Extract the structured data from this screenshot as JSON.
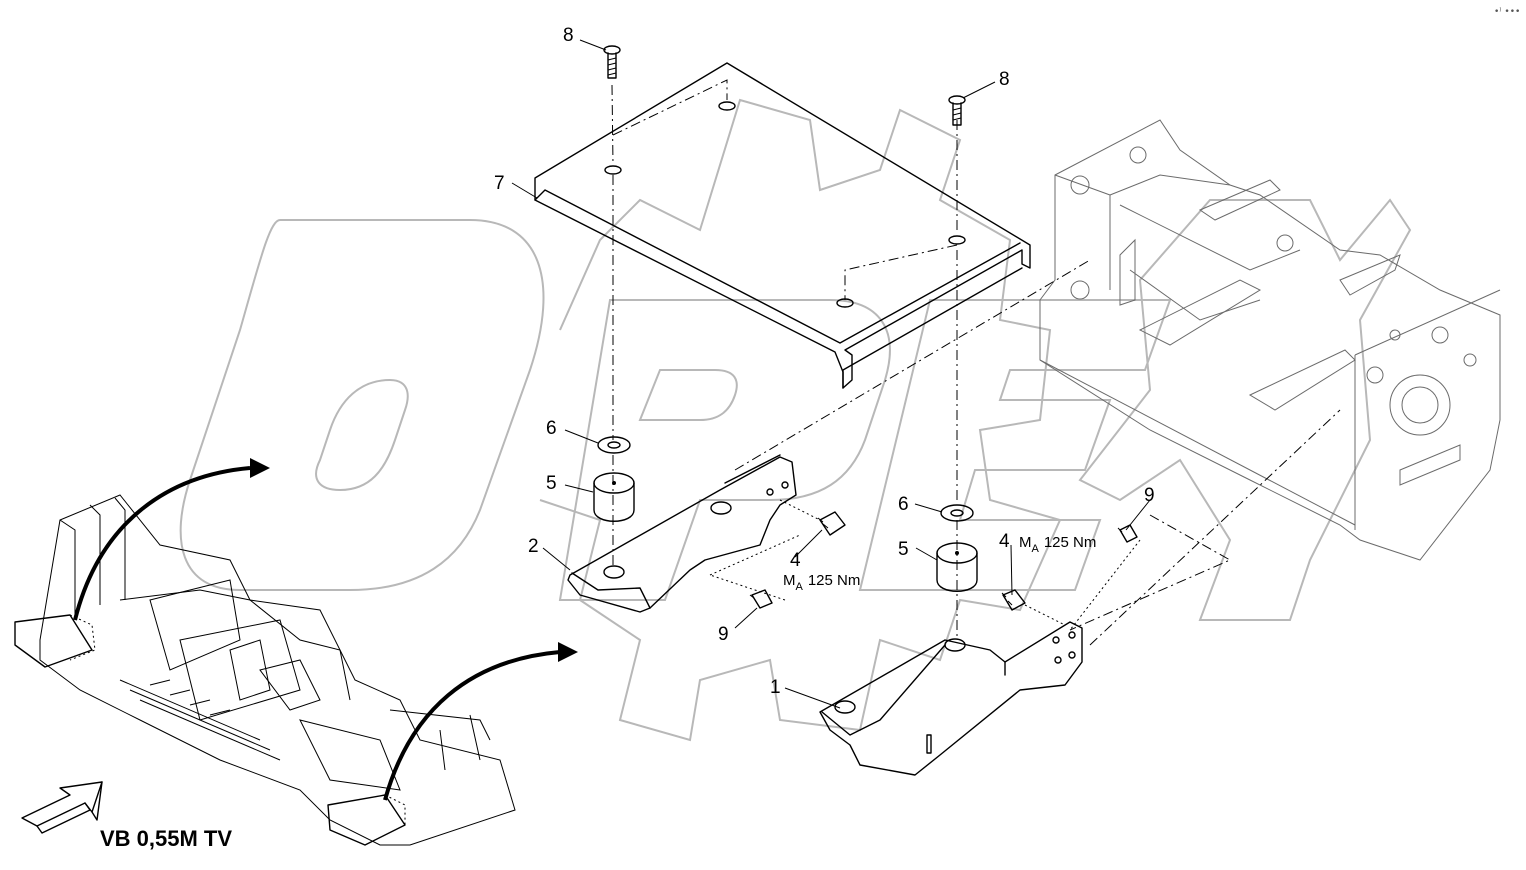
{
  "watermark": "OPEX",
  "caption": "VB 0,55M TV",
  "corner_marks": "•⁾ •••",
  "callouts": {
    "c1": "1",
    "c2": "2",
    "c4a": "4",
    "c4b": "4",
    "c5a": "5",
    "c5b": "5",
    "c6a": "6",
    "c6b": "6",
    "c7": "7",
    "c8a": "8",
    "c8b": "8",
    "c9a": "9",
    "c9b": "9"
  },
  "torque": {
    "left": {
      "symbol": "M",
      "sub": "A",
      "value": "125 Nm"
    },
    "right": {
      "symbol": "M",
      "sub": "A",
      "value": "125 Nm"
    }
  },
  "icons": {
    "direction_arrow": "hollow-arrow-icon",
    "flow_arrows": "curved-arrow-icon"
  }
}
